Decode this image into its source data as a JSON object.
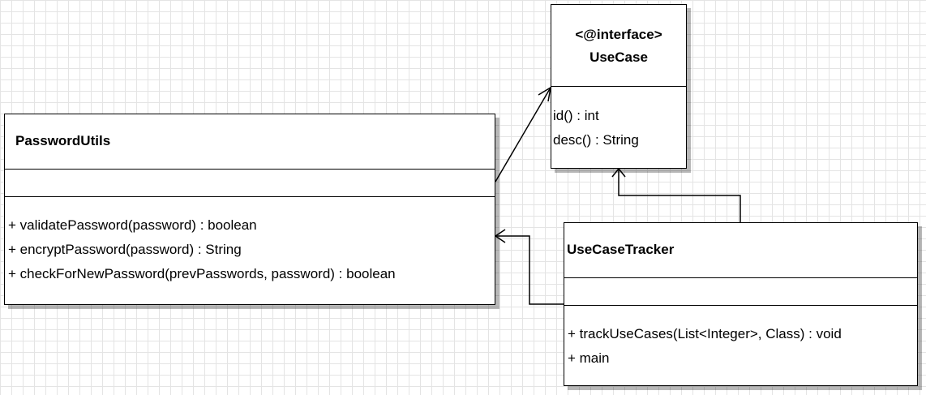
{
  "classes": {
    "use_case": {
      "stereotype": "<@interface>",
      "name": "UseCase",
      "attributes": [],
      "methods": [
        "id() : int",
        "desc() : String"
      ]
    },
    "password_utils": {
      "name": "PasswordUtils",
      "attributes": [],
      "methods": [
        "+ validatePassword(password) : boolean",
        "+ encryptPassword(password) : String",
        "+ checkForNewPassword(prevPasswords, password) : boolean"
      ]
    },
    "use_case_tracker": {
      "name": "UseCaseTracker",
      "attributes": [],
      "methods": [
        "+ trackUseCases(List<Integer>, Class) : void",
        "+ main"
      ]
    }
  },
  "relations": [
    {
      "from": "PasswordUtils",
      "to": "UseCase",
      "type": "association"
    },
    {
      "from": "UseCaseTracker",
      "to": "UseCase",
      "type": "association"
    },
    {
      "from": "UseCaseTracker",
      "to": "PasswordUtils",
      "type": "association"
    }
  ]
}
